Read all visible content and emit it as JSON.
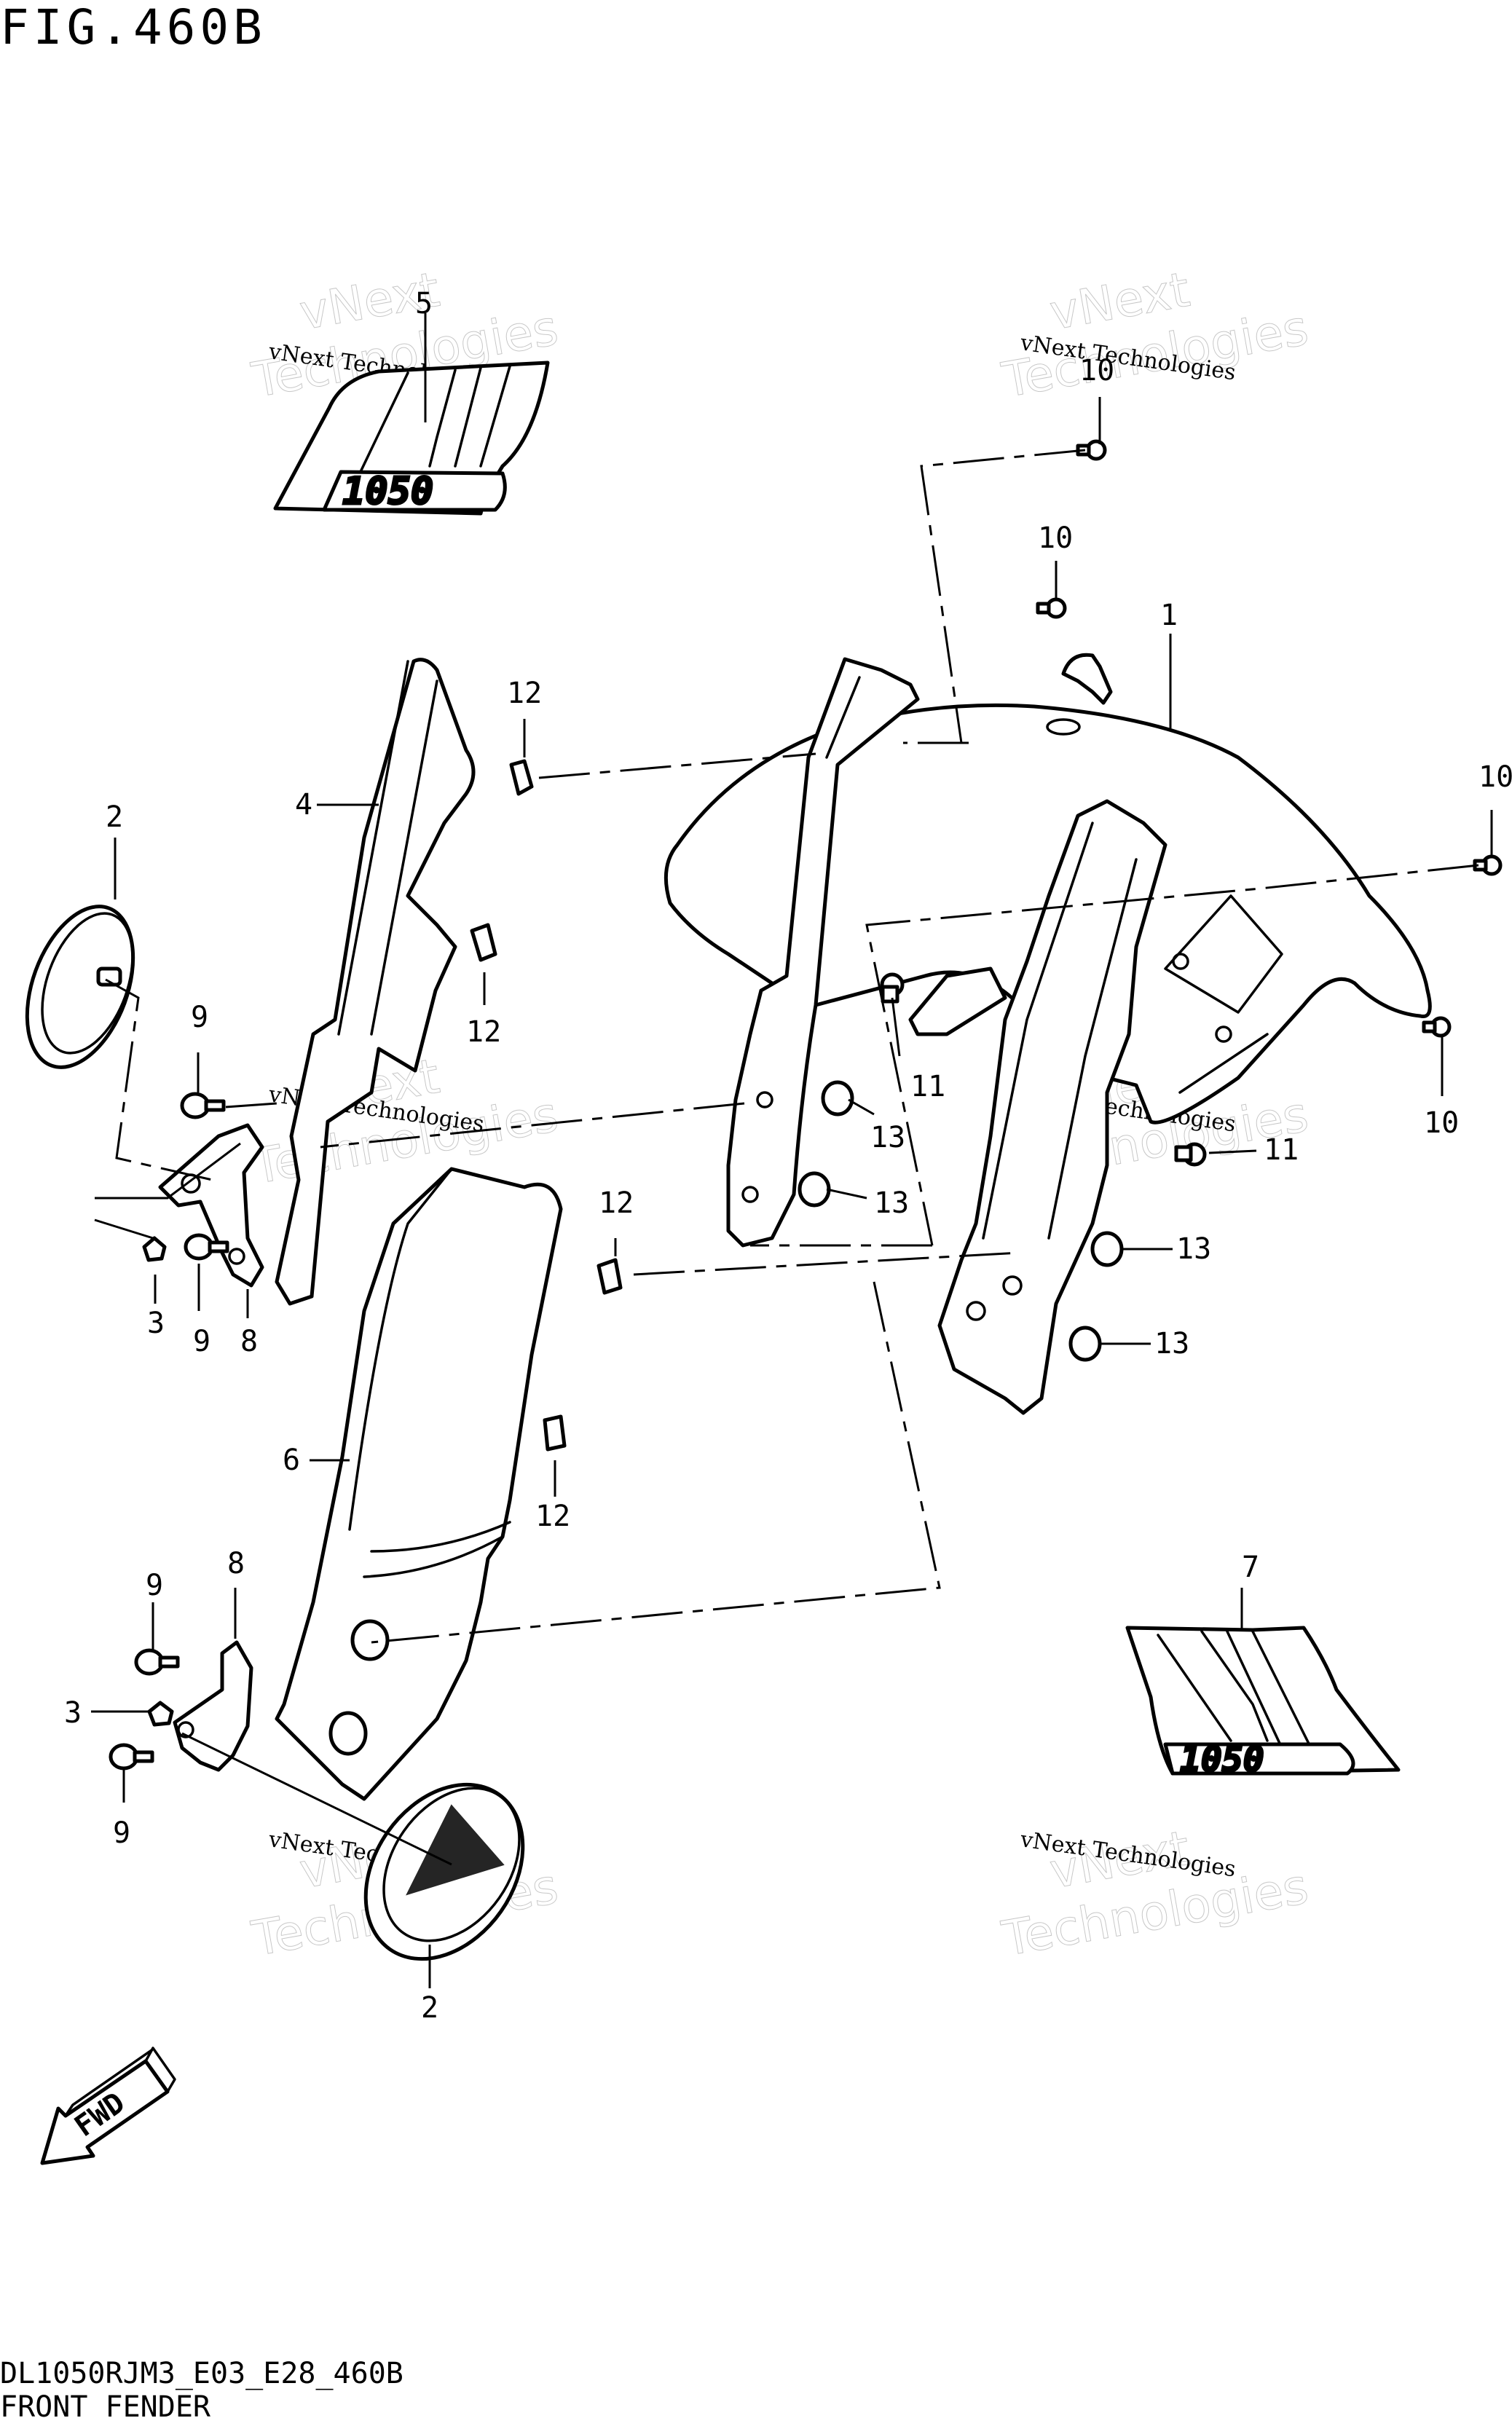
{
  "figure": {
    "title": "FIG.460B",
    "model_code": "DL1050RJM3_E03_E28_460B",
    "caption": "FRONT FENDER"
  },
  "watermark": {
    "name": "vNext Technologies",
    "word_top": "vNext",
    "word_bottom": "Technologies"
  },
  "decals": {
    "model_number": "1050"
  },
  "fwd_arrow": {
    "label": "FWD"
  },
  "callouts": [
    {
      "id": "c1",
      "label": "1"
    },
    {
      "id": "c2a",
      "label": "2"
    },
    {
      "id": "c2b",
      "label": "2"
    },
    {
      "id": "c3a",
      "label": "3"
    },
    {
      "id": "c3b",
      "label": "3"
    },
    {
      "id": "c4",
      "label": "4"
    },
    {
      "id": "c5",
      "label": "5"
    },
    {
      "id": "c6",
      "label": "6"
    },
    {
      "id": "c7",
      "label": "7"
    },
    {
      "id": "c8a",
      "label": "8"
    },
    {
      "id": "c8b",
      "label": "8"
    },
    {
      "id": "c9a",
      "label": "9"
    },
    {
      "id": "c9b",
      "label": "9"
    },
    {
      "id": "c9c",
      "label": "9"
    },
    {
      "id": "c9d",
      "label": "9"
    },
    {
      "id": "c10a",
      "label": "10"
    },
    {
      "id": "c10b",
      "label": "10"
    },
    {
      "id": "c10c",
      "label": "10"
    },
    {
      "id": "c10d",
      "label": "10"
    },
    {
      "id": "c11a",
      "label": "11"
    },
    {
      "id": "c11b",
      "label": "11"
    },
    {
      "id": "c12a",
      "label": "12"
    },
    {
      "id": "c12b",
      "label": "12"
    },
    {
      "id": "c12c",
      "label": "12"
    },
    {
      "id": "c12d",
      "label": "12"
    },
    {
      "id": "c13a",
      "label": "13"
    },
    {
      "id": "c13b",
      "label": "13"
    },
    {
      "id": "c13c",
      "label": "13"
    },
    {
      "id": "c13d",
      "label": "13"
    }
  ]
}
